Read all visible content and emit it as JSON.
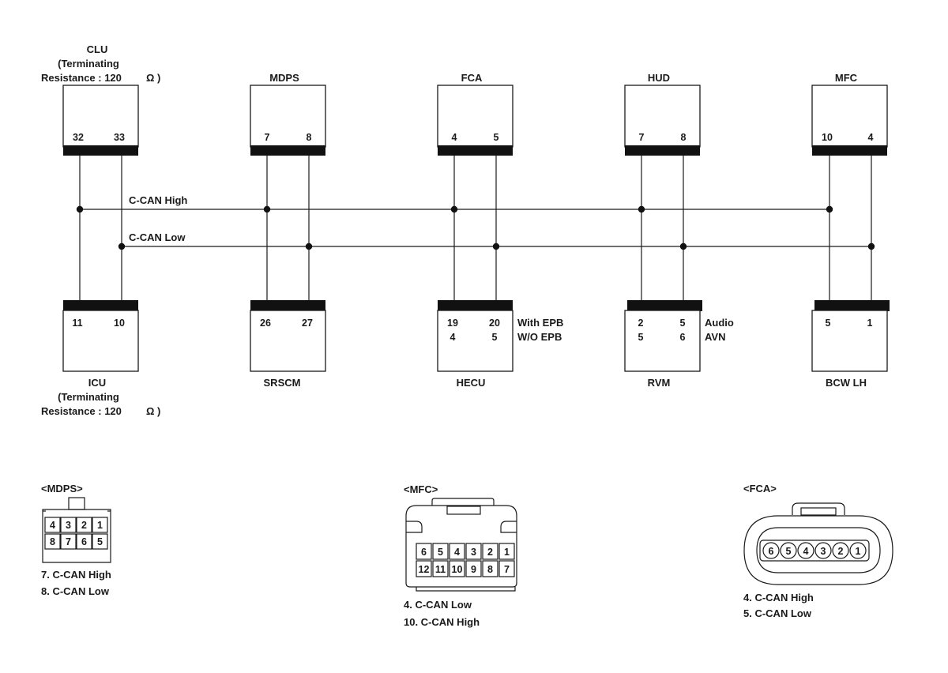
{
  "modules_top": [
    {
      "id": "clu",
      "name": "CLU",
      "sub1": "(Terminating",
      "sub2": "Resistance : 120",
      "unit": "Ω )",
      "pin_a": "32",
      "pin_b": "33"
    },
    {
      "id": "mdps",
      "name": "MDPS",
      "pin_a": "7",
      "pin_b": "8"
    },
    {
      "id": "fca",
      "name": "FCA",
      "pin_a": "4",
      "pin_b": "5"
    },
    {
      "id": "hud",
      "name": "HUD",
      "pin_a": "7",
      "pin_b": "8"
    },
    {
      "id": "mfc",
      "name": "MFC",
      "pin_a": "10",
      "pin_b": "4"
    }
  ],
  "modules_bottom": [
    {
      "id": "icu",
      "name": "ICU",
      "sub1": "(Terminating",
      "sub2": "Resistance : 120",
      "unit": "Ω )",
      "pin_a": "11",
      "pin_b": "10"
    },
    {
      "id": "srscm",
      "name": "SRSCM",
      "pin_a": "26",
      "pin_b": "27"
    },
    {
      "id": "hecu",
      "name": "HECU",
      "pin_a": "19",
      "pin_b": "20",
      "pin_a2": "4",
      "pin_b2": "5",
      "note1": "With EPB",
      "note2": "W/O EPB"
    },
    {
      "id": "rvm",
      "name": "RVM",
      "pin_a": "2",
      "pin_b": "5",
      "pin_a2": "5",
      "pin_b2": "6",
      "note1": "Audio",
      "note2": "AVN"
    },
    {
      "id": "bcw",
      "name": "BCW LH",
      "pin_a": "5",
      "pin_b": "1"
    }
  ],
  "bus": {
    "high": "C-CAN High",
    "low": "C-CAN Low"
  },
  "connectors": {
    "mdps": {
      "title": "<MDPS>",
      "row1": [
        "4",
        "3",
        "2",
        "1"
      ],
      "row2": [
        "8",
        "7",
        "6",
        "5"
      ],
      "legend1": "7. C-CAN High",
      "legend2": "8. C-CAN Low"
    },
    "mfc": {
      "title": "<MFC>",
      "row1": [
        "6",
        "5",
        "4",
        "3",
        "2",
        "1"
      ],
      "row2": [
        "12",
        "11",
        "10",
        "9",
        "8",
        "7"
      ],
      "legend1": "4. C-CAN Low",
      "legend2": "10. C-CAN High"
    },
    "fca": {
      "title": "<FCA>",
      "pins": [
        "6",
        "5",
        "4",
        "3",
        "2",
        "1"
      ],
      "legend1": "4. C-CAN High",
      "legend2": "5. C-CAN Low"
    }
  }
}
